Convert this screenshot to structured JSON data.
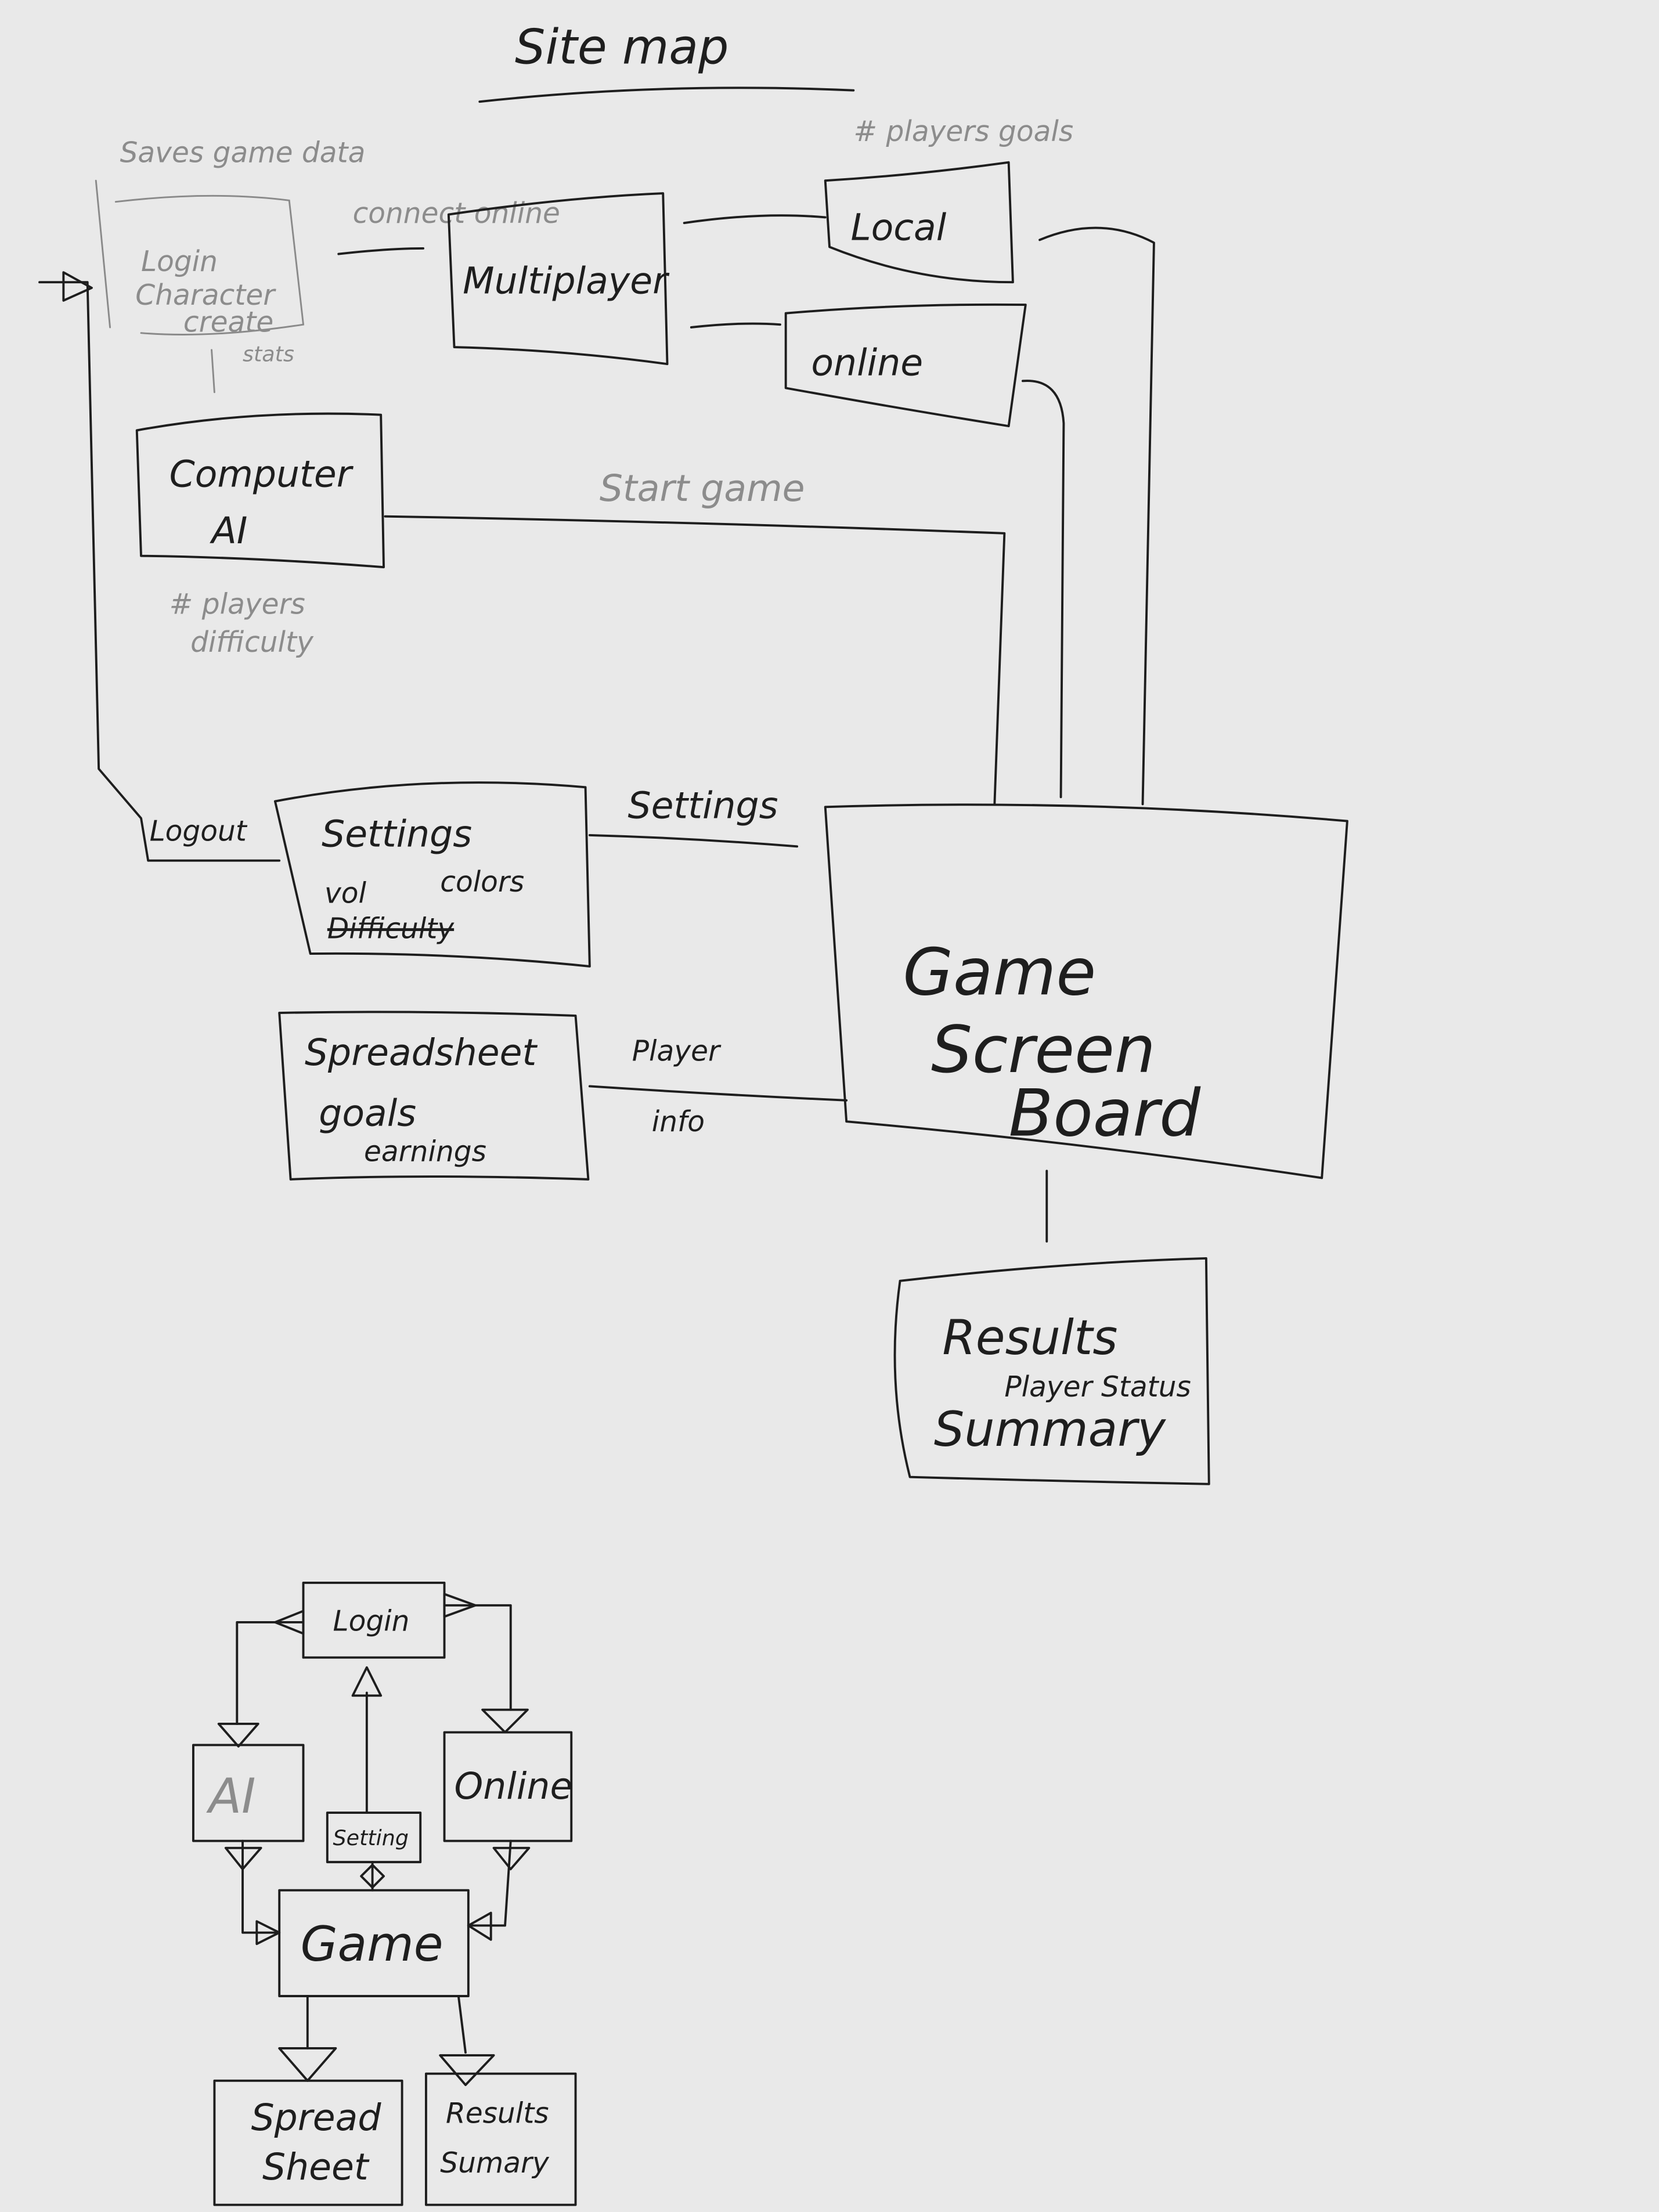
{
  "title": "Site map",
  "top_diagram": {
    "login_note": "Saves game data",
    "login_box": [
      "Login",
      "Character",
      "create"
    ],
    "login_stats": "stats",
    "connect_label": "connect online",
    "multiplayer": "Multiplayer",
    "local_note": "# players goals",
    "local": "Local",
    "online": "online",
    "computer_ai": [
      "Computer",
      "AI"
    ],
    "ai_note": [
      "# players",
      "difficulty"
    ],
    "start_game": "Start game",
    "logout": "Logout",
    "settings_box": [
      "Settings",
      "vol",
      "colors",
      "Difficulty"
    ],
    "settings_label": "Settings",
    "spreadsheet_box": [
      "Spreadsheet",
      "goals",
      "earnings"
    ],
    "player_info": [
      "Player",
      "info"
    ],
    "game_screen": [
      "Game",
      "Screen",
      "Board"
    ],
    "results": [
      "Results",
      "Player Status",
      "Summary"
    ]
  },
  "bottom_diagram": {
    "login": "Login",
    "ai": "AI",
    "setting": "Setting",
    "online": "Online",
    "game": "Game",
    "spreadsheet": [
      "Spread",
      "Sheet"
    ],
    "results": [
      "Results",
      "Sumary"
    ]
  }
}
